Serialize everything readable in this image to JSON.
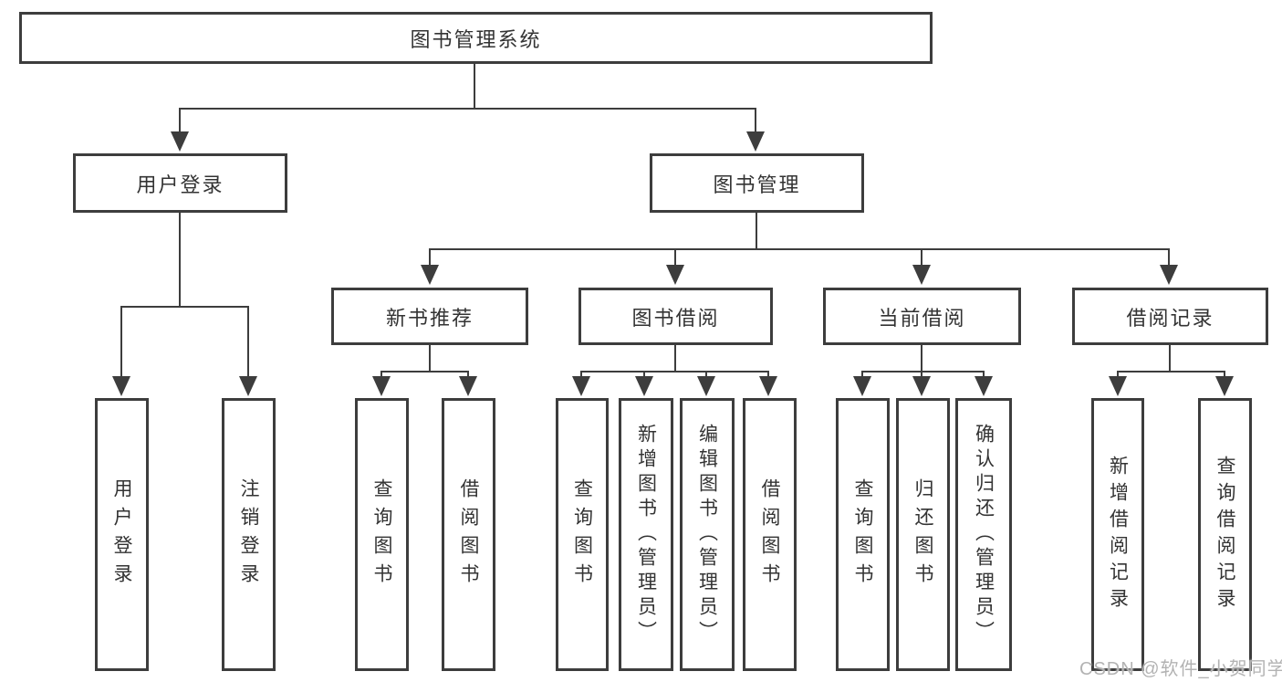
{
  "nodes": {
    "root": "图书管理系统",
    "level2": {
      "user_login": "用户登录",
      "book_mgmt": "图书管理"
    },
    "level3": {
      "new_book": "新书推荐",
      "borrow": "图书借阅",
      "current": "当前借阅",
      "records": "借阅记录"
    },
    "level4": {
      "user_login": "用户登录",
      "logout": "注销登录",
      "nb_query": "查询图书",
      "nb_borrow": "借阅图书",
      "bw_query": "查询图书",
      "bw_add": "新增图书（管理员）",
      "bw_edit": "编辑图书（管理员）",
      "bw_borrow": "借阅图书",
      "cur_query": "查询图书",
      "cur_return": "归还图书",
      "cur_confirm": "确认归还（管理员）",
      "rec_add": "新增借阅记录",
      "rec_query": "查询借阅记录"
    }
  },
  "watermark": {
    "text": "CSDN @软件_小贺同学",
    "color": "#b3b3b3"
  },
  "colors": {
    "line": "#3d3d3d",
    "box_border": "#3d3d3d",
    "box_fill": "#ffffff",
    "text": "#333333",
    "background": "#ffffff"
  }
}
